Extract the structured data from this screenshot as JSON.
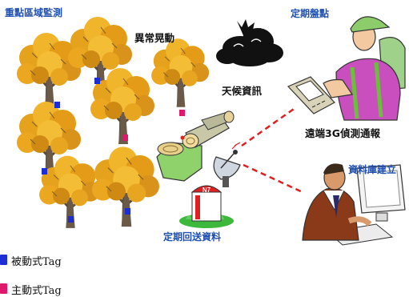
{
  "labels": {
    "focus_area": "重點區域監測",
    "anomaly": "異常晃動",
    "weather": "天候資訊",
    "inventory": "定期盤點",
    "remote_3g": "遠端3G偵測通報",
    "database": "資料庫建立",
    "return_data": "定期回送資料"
  },
  "sign_text": "N7",
  "legend": [
    {
      "label": "被動式Tag",
      "color": "#1c2fd6"
    },
    {
      "label": "主動式Tag",
      "color": "#e0186b"
    }
  ],
  "colors": {
    "accent_blue": "#1f4fb0",
    "link_red": "#e02020",
    "foliage": "#e5a21c"
  }
}
